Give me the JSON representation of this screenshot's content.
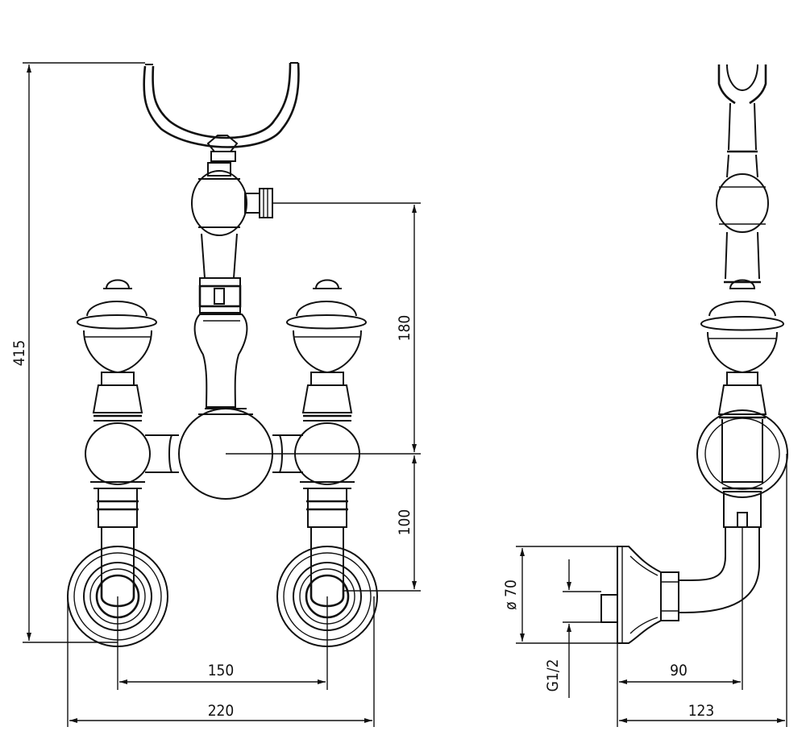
{
  "dimensions": {
    "overall_height": "415",
    "spout_height": "180",
    "lower_height": "100",
    "inlet_centers": "150",
    "overall_width": "220",
    "flange_diameter": "ø 70",
    "thread": "G1/2",
    "side_depth_hose": "90",
    "side_depth_total": "123"
  }
}
